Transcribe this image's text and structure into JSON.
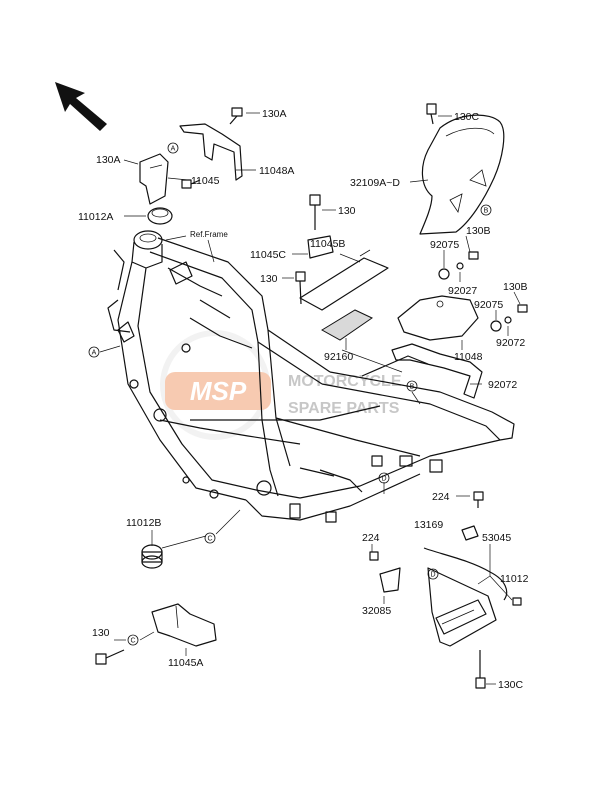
{
  "reference": "Ref.Frame",
  "watermark": {
    "logo": "MSP",
    "line1": "MOTORCYCLE",
    "line2": "SPARE PARTS",
    "color": "#f2a072"
  },
  "labels": {
    "p130A_top": "130A",
    "p130A_left": "130A",
    "p11045": "11045",
    "p11048A": "11048A",
    "p130C_top": "130C",
    "p32109": "32109A~D",
    "p11012A": "11012A",
    "p130_a": "130",
    "p11045C": "11045C",
    "p11045B": "11045B",
    "p130_b": "130",
    "p92075_a": "92075",
    "p130B_a": "130B",
    "p92027": "92027",
    "p130B_b": "130B",
    "p92075_b": "92075",
    "p92072_a": "92072",
    "p92160": "92160",
    "p11048": "11048",
    "p92072_b": "92072",
    "p224_a": "224",
    "p11012B": "11012B",
    "p13169": "13169",
    "p53045": "53045",
    "p224_b": "224",
    "p11012": "11012",
    "p32085": "32085",
    "p130_c": "130",
    "p11045A": "11045A",
    "p130C_bot": "130C"
  },
  "callouts": [
    "A",
    "B",
    "C",
    "D"
  ],
  "icons": [
    "direction-arrow-icon"
  ]
}
